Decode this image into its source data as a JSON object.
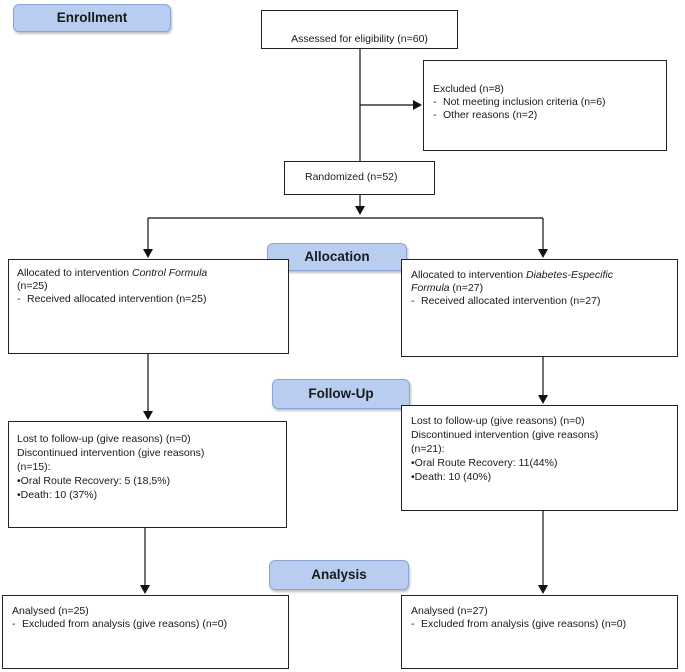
{
  "stages": {
    "enrollment": "Enrollment",
    "allocation": "Allocation",
    "followup": "Follow-Up",
    "analysis": "Analysis"
  },
  "assessed": "Assessed for eligibility (n=60)",
  "excluded": {
    "title": "Excluded  (n=8)",
    "items": [
      "Not meeting inclusion criteria (n=6)",
      "Other reasons (n=2)"
    ]
  },
  "randomized": "Randomized (n=52)",
  "control": {
    "alloc_prefix": "Allocated to intervention ",
    "alloc_name": "Control Formula",
    "alloc_n": "(n=25)",
    "received": "Received allocated intervention (n=25)",
    "lost": "Lost to follow-up (give reasons) (n=0)",
    "discontinued": "Discontinued intervention (give reasons)",
    "disc_n": "(n=15):",
    "oral": "•Oral Route Recovery: 5 (18,5%)",
    "death": "•Death: 10 (37%)",
    "analysed": "Analysed  (n=25)",
    "excluded_analysis": "Excluded from analysis (give reasons) (n=0)"
  },
  "diabetes": {
    "alloc_prefix": "Allocated to intervention ",
    "alloc_name_1": "Diabetes-Especific",
    "alloc_name_2": "Formula",
    "alloc_n": " (n=27)",
    "received": "Received allocated intervention (n=27)",
    "lost": "Lost to follow-up (give reasons) (n=0)",
    "discontinued": "Discontinued intervention (give reasons)",
    "disc_n": "(n=21):",
    "oral": "•Oral Route Recovery: 11(44%)",
    "death": "•Death: 10 (40%)",
    "analysed": "Analysed  (n=27)",
    "excluded_analysis": "Excluded from analysis (give reasons) (n=0)"
  },
  "bullet_mark": "-"
}
